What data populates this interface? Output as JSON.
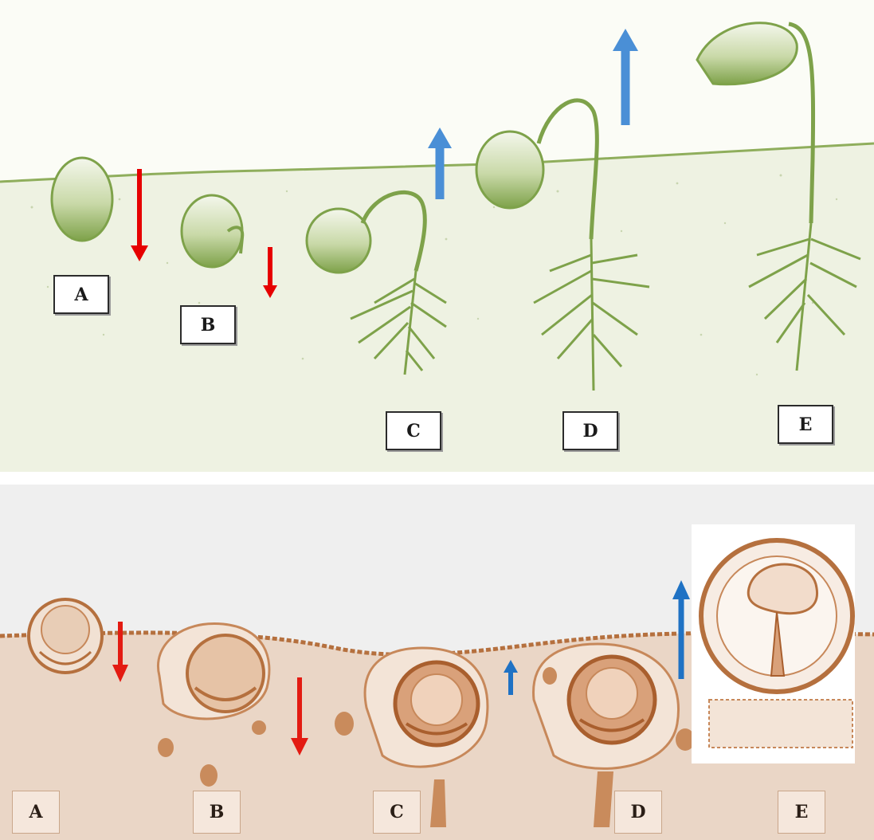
{
  "top_panel": {
    "labels": [
      "A",
      "B",
      "C",
      "D",
      "E"
    ],
    "colors": {
      "soil": "#e9efd9",
      "plant": "#7ea24a",
      "down_arrow": "#e60000",
      "up_arrow": "#4a8fd6"
    }
  },
  "bottom_panel": {
    "labels": [
      "A",
      "B",
      "C",
      "D",
      "E"
    ],
    "colors": {
      "tissue": "#ead6c6",
      "cell_outline": "#b5703e",
      "down_arrow": "#e31b12",
      "up_arrow": "#1f72c4"
    }
  }
}
